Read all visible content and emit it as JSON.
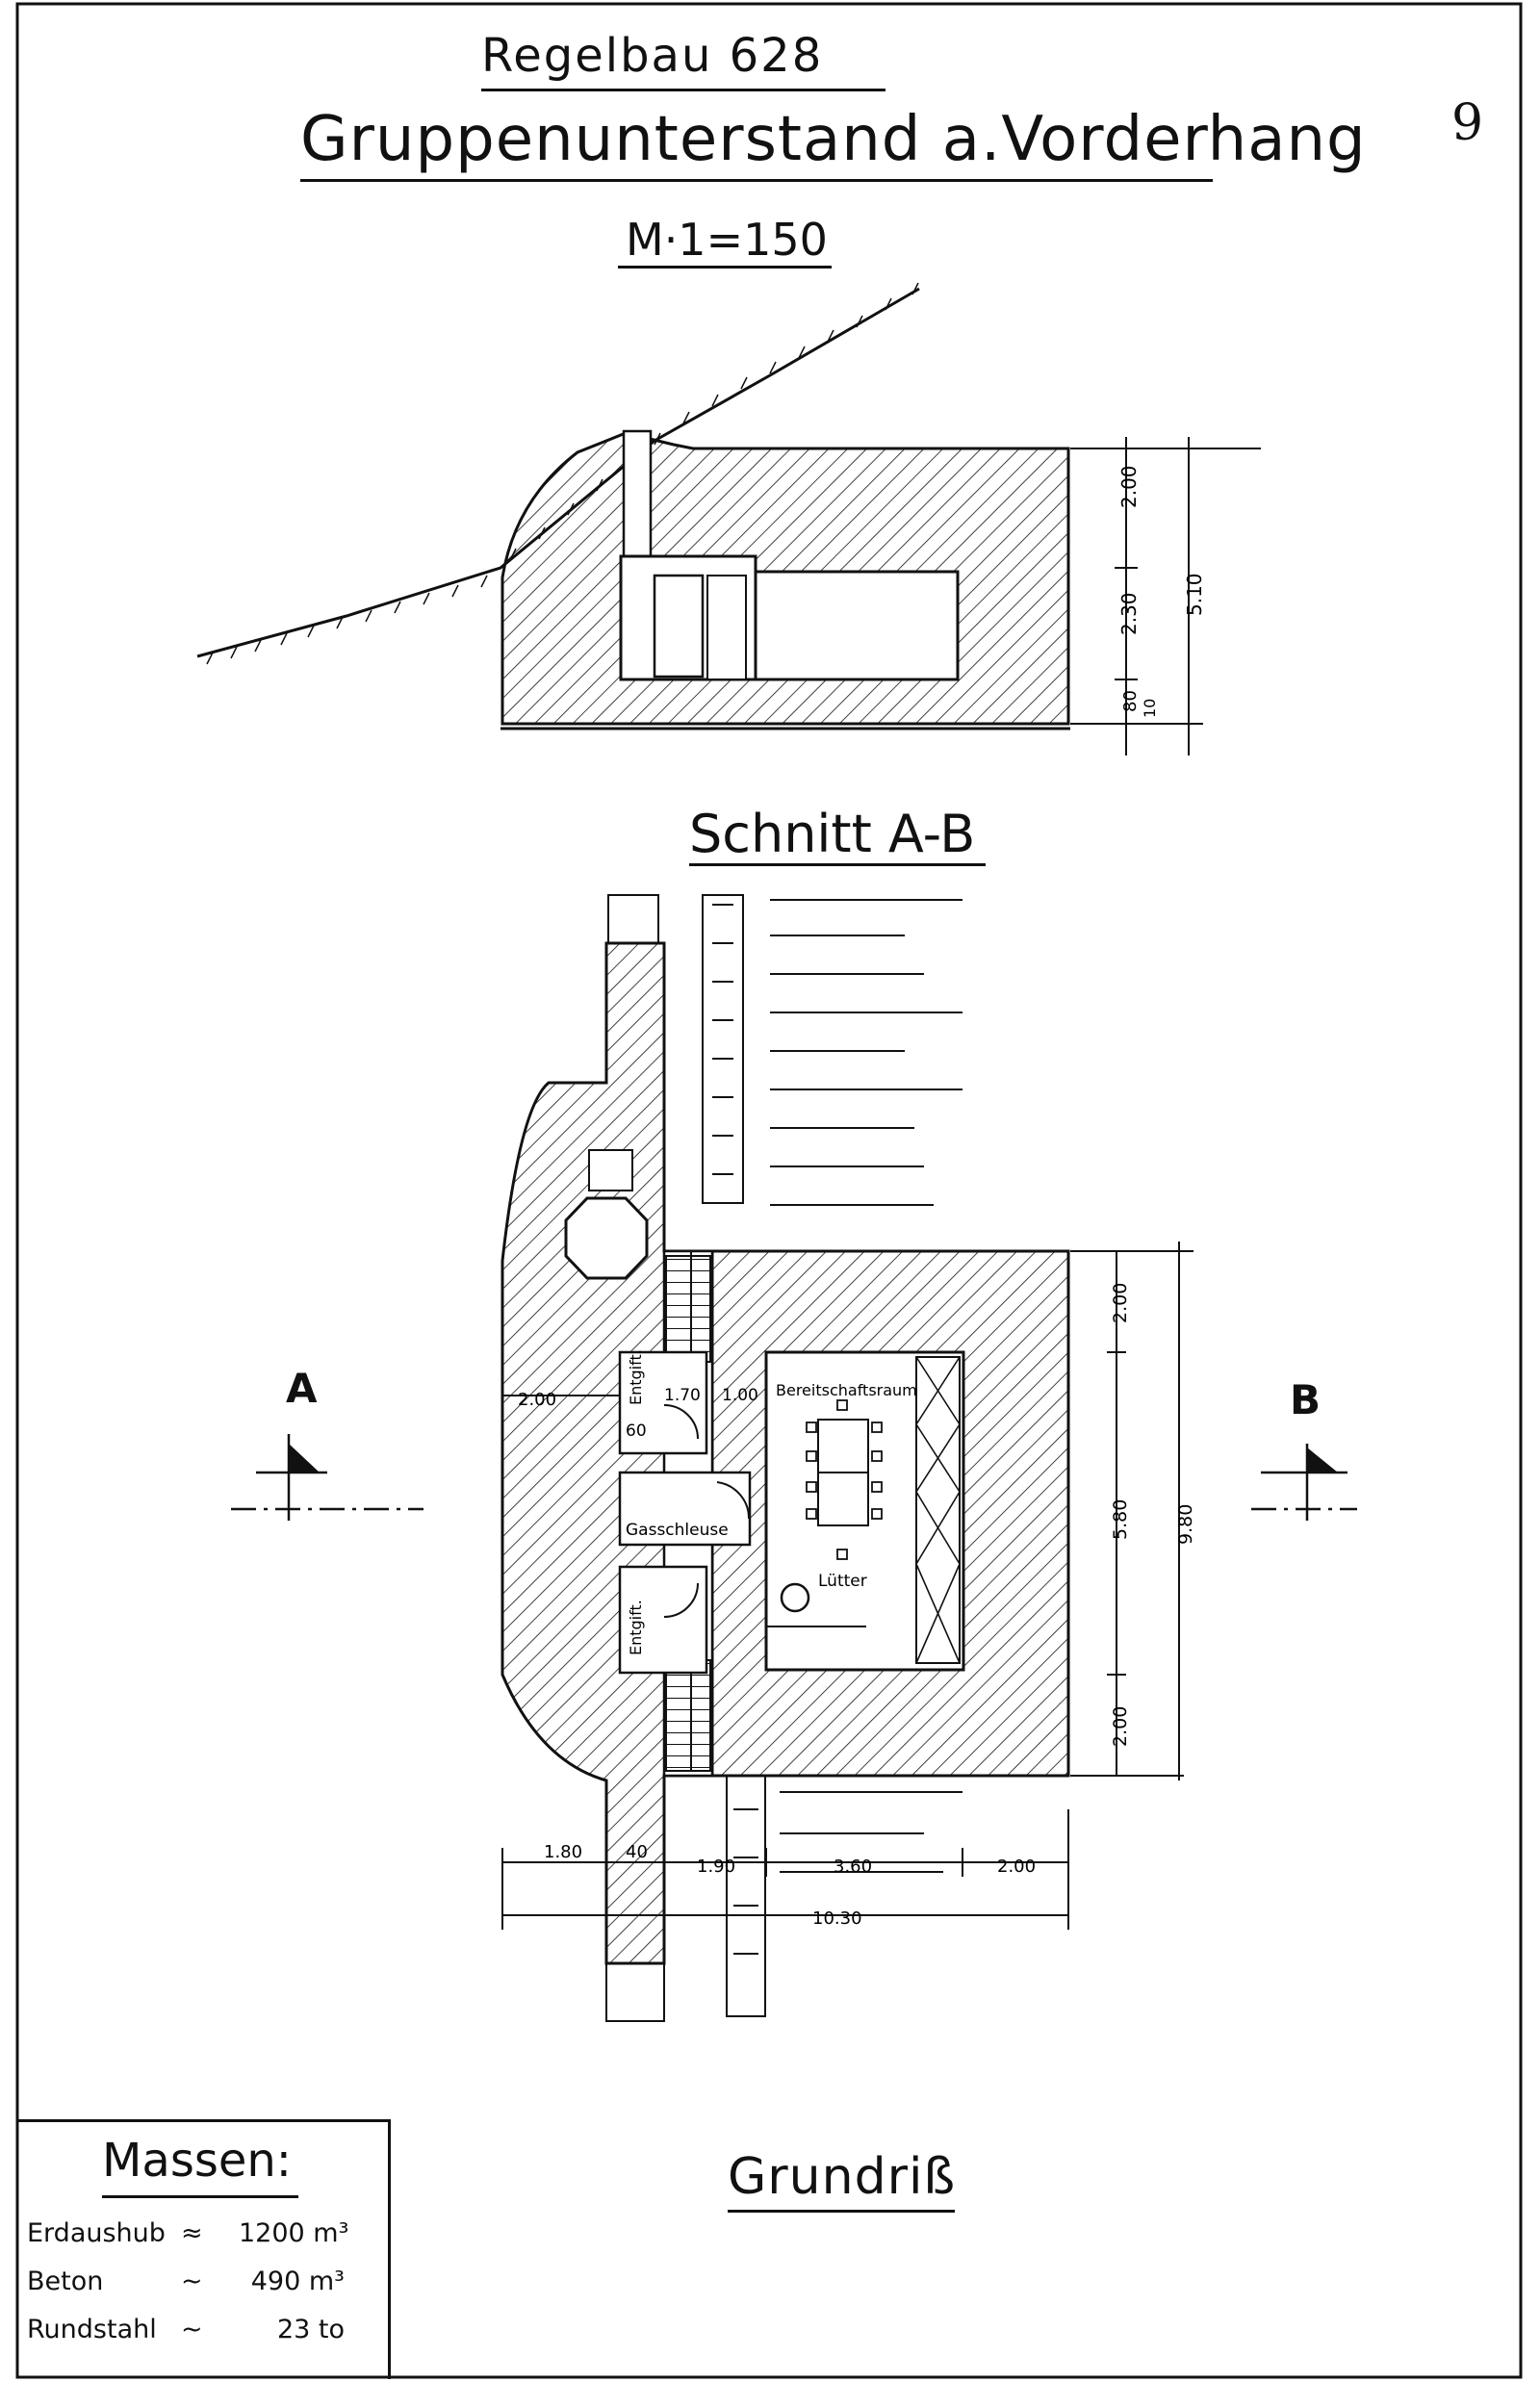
{
  "title": {
    "line1": "Regelbau 628",
    "line2": "Gruppenunterstand a.Vorderhang",
    "scale": "M·1=150"
  },
  "page_number": "9",
  "section": {
    "label": "Schnitt A-B",
    "dims": {
      "d1": "2.00",
      "d2": "2.30",
      "d3": "80",
      "d4": "10",
      "total": "5.10"
    }
  },
  "plan": {
    "label": "Grundriß",
    "rooms": {
      "bereitschaft": "Bereitschaftsraum",
      "gasschleuse": "Gasschleuse",
      "luefter": "Lütter",
      "entgift_top": "Entgift.",
      "entgift_bottom": "Entgift."
    },
    "dims": {
      "left_wall": "2.00",
      "d170": "1.70",
      "d100": "1.00",
      "d60": "60",
      "right_top": "2.00",
      "right_mid": "5.80",
      "right_bottom": "2.00",
      "right_total": "9.80",
      "b180": "1.80",
      "b40": "40",
      "b190": "1.90",
      "b360": "3.60",
      "b200": "2.00",
      "b_total": "10.30"
    },
    "markers": {
      "a": "A",
      "b": "B"
    }
  },
  "masses": {
    "title": "Massen:",
    "rows": [
      {
        "label": "Erdaushub",
        "approx": "≈",
        "value": "1200 m³"
      },
      {
        "label": "Beton",
        "approx": "~",
        "value": "490 m³"
      },
      {
        "label": "Rundstahl",
        "approx": "~",
        "value": "23 to"
      }
    ]
  }
}
